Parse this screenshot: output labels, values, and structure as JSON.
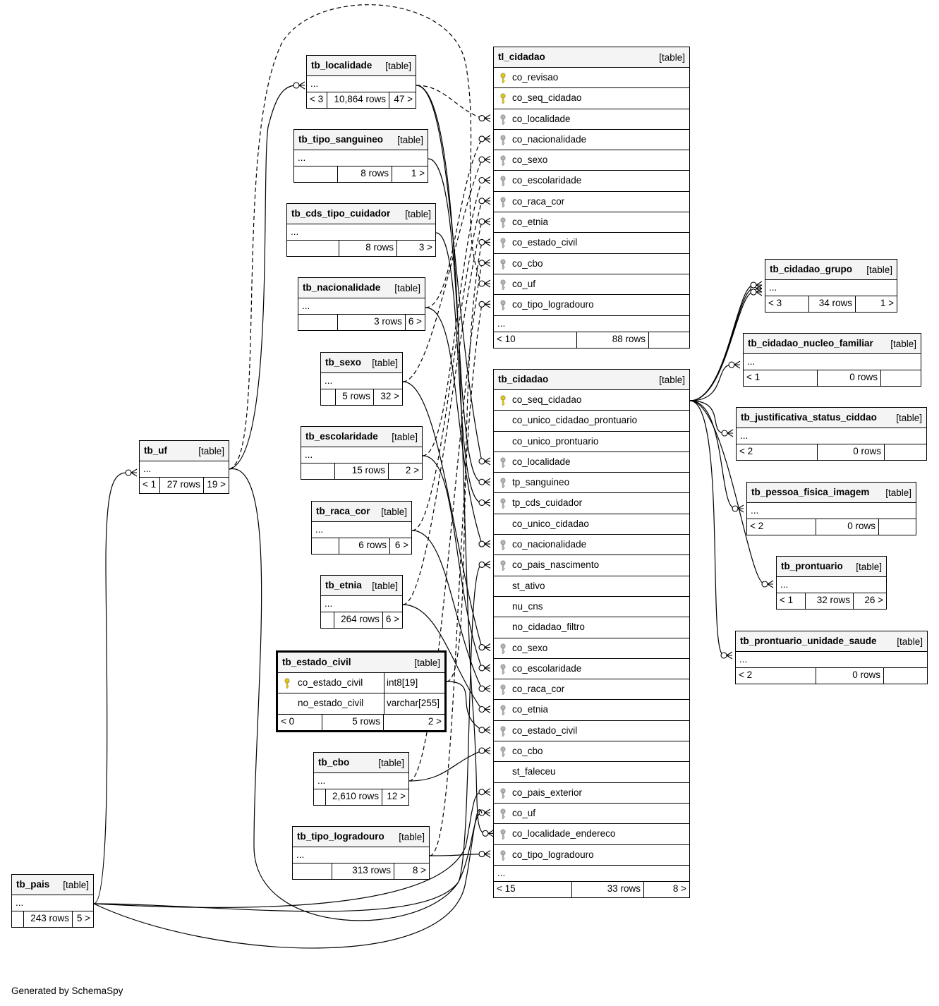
{
  "footer": "Generated by SchemaSpy",
  "tables": {
    "tb_localidade": {
      "name": "tb_localidade",
      "type": "[table]",
      "left": "< 3",
      "rows": "10,864 rows",
      "right": "47 >"
    },
    "tb_tipo_sanguineo": {
      "name": "tb_tipo_sanguineo",
      "type": "[table]",
      "left": "",
      "rows": "8 rows",
      "right": "1 >"
    },
    "tb_cds_tipo_cuidador": {
      "name": "tb_cds_tipo_cuidador",
      "type": "[table]",
      "left": "",
      "rows": "8 rows",
      "right": "3 >"
    },
    "tb_nacionalidade": {
      "name": "tb_nacionalidade",
      "type": "[table]",
      "left": "",
      "rows": "3 rows",
      "right": "6 >"
    },
    "tb_sexo": {
      "name": "tb_sexo",
      "type": "[table]",
      "left": "",
      "rows": "5 rows",
      "right": "32 >"
    },
    "tb_escolaridade": {
      "name": "tb_escolaridade",
      "type": "[table]",
      "left": "",
      "rows": "15 rows",
      "right": "2 >"
    },
    "tb_raca_cor": {
      "name": "tb_raca_cor",
      "type": "[table]",
      "left": "",
      "rows": "6 rows",
      "right": "6 >"
    },
    "tb_etnia": {
      "name": "tb_etnia",
      "type": "[table]",
      "left": "",
      "rows": "264 rows",
      "right": "6 >"
    },
    "tb_estado_civil": {
      "name": "tb_estado_civil",
      "type": "[table]",
      "left": "< 0",
      "rows": "5 rows",
      "right": "2 >",
      "columns": [
        {
          "name": "co_estado_civil",
          "type": "int8[19]",
          "key": "pk"
        },
        {
          "name": "no_estado_civil",
          "type": "varchar[255]",
          "key": ""
        }
      ]
    },
    "tb_cbo": {
      "name": "tb_cbo",
      "type": "[table]",
      "left": "",
      "rows": "2,610 rows",
      "right": "12 >"
    },
    "tb_tipo_logradouro": {
      "name": "tb_tipo_logradouro",
      "type": "[table]",
      "left": "",
      "rows": "313 rows",
      "right": "8 >"
    },
    "tb_uf": {
      "name": "tb_uf",
      "type": "[table]",
      "left": "< 1",
      "rows": "27 rows",
      "right": "19 >"
    },
    "tb_pais": {
      "name": "tb_pais",
      "type": "[table]",
      "left": "",
      "rows": "243 rows",
      "right": "5 >"
    },
    "tl_cidadao": {
      "name": "tl_cidadao",
      "type": "[table]",
      "left": "< 10",
      "rows": "88 rows",
      "right": "",
      "columns": [
        {
          "name": "co_revisao",
          "key": "pk"
        },
        {
          "name": "co_seq_cidadao",
          "key": "pk"
        },
        {
          "name": "co_localidade",
          "key": "fk"
        },
        {
          "name": "co_nacionalidade",
          "key": "fk"
        },
        {
          "name": "co_sexo",
          "key": "fk"
        },
        {
          "name": "co_escolaridade",
          "key": "fk"
        },
        {
          "name": "co_raca_cor",
          "key": "fk"
        },
        {
          "name": "co_etnia",
          "key": "fk"
        },
        {
          "name": "co_estado_civil",
          "key": "fk"
        },
        {
          "name": "co_cbo",
          "key": "fk"
        },
        {
          "name": "co_uf",
          "key": "fk"
        },
        {
          "name": "co_tipo_logradouro",
          "key": "fk"
        }
      ]
    },
    "tb_cidadao": {
      "name": "tb_cidadao",
      "type": "[table]",
      "left": "< 15",
      "rows": "33 rows",
      "right": "8 >",
      "columns": [
        {
          "name": "co_seq_cidadao",
          "key": "pk"
        },
        {
          "name": "co_unico_cidadao_prontuario",
          "key": ""
        },
        {
          "name": "co_unico_prontuario",
          "key": ""
        },
        {
          "name": "co_localidade",
          "key": "fk"
        },
        {
          "name": "tp_sanguineo",
          "key": "fk"
        },
        {
          "name": "tp_cds_cuidador",
          "key": "fk"
        },
        {
          "name": "co_unico_cidadao",
          "key": ""
        },
        {
          "name": "co_nacionalidade",
          "key": "fk"
        },
        {
          "name": "co_pais_nascimento",
          "key": "fk"
        },
        {
          "name": "st_ativo",
          "key": ""
        },
        {
          "name": "nu_cns",
          "key": ""
        },
        {
          "name": "no_cidadao_filtro",
          "key": ""
        },
        {
          "name": "co_sexo",
          "key": "fk"
        },
        {
          "name": "co_escolaridade",
          "key": "fk"
        },
        {
          "name": "co_raca_cor",
          "key": "fk"
        },
        {
          "name": "co_etnia",
          "key": "fk"
        },
        {
          "name": "co_estado_civil",
          "key": "fk"
        },
        {
          "name": "co_cbo",
          "key": "fk"
        },
        {
          "name": "st_faleceu",
          "key": ""
        },
        {
          "name": "co_pais_exterior",
          "key": "fk"
        },
        {
          "name": "co_uf",
          "key": "fk"
        },
        {
          "name": "co_localidade_endereco",
          "key": "fk"
        },
        {
          "name": "co_tipo_logradouro",
          "key": "fk"
        }
      ]
    },
    "tb_cidadao_grupo": {
      "name": "tb_cidadao_grupo",
      "type": "[table]",
      "left": "< 3",
      "rows": "34 rows",
      "right": "1 >"
    },
    "tb_cidadao_nucleo_familiar": {
      "name": "tb_cidadao_nucleo_familiar",
      "type": "[table]",
      "left": "< 1",
      "rows": "0 rows",
      "right": ""
    },
    "tb_justificativa_status_ciddao": {
      "name": "tb_justificativa_status_ciddao",
      "type": "[table]",
      "left": "< 2",
      "rows": "0 rows",
      "right": ""
    },
    "tb_pessoa_fisica_imagem": {
      "name": "tb_pessoa_fisica_imagem",
      "type": "[table]",
      "left": "< 2",
      "rows": "0 rows",
      "right": ""
    },
    "tb_prontuario": {
      "name": "tb_prontuario",
      "type": "[table]",
      "left": "< 1",
      "rows": "32 rows",
      "right": "26 >"
    },
    "tb_prontuario_unidade_saude": {
      "name": "tb_prontuario_unidade_saude",
      "type": "[table]",
      "left": "< 2",
      "rows": "0 rows",
      "right": ""
    }
  },
  "ellipsis": "..."
}
